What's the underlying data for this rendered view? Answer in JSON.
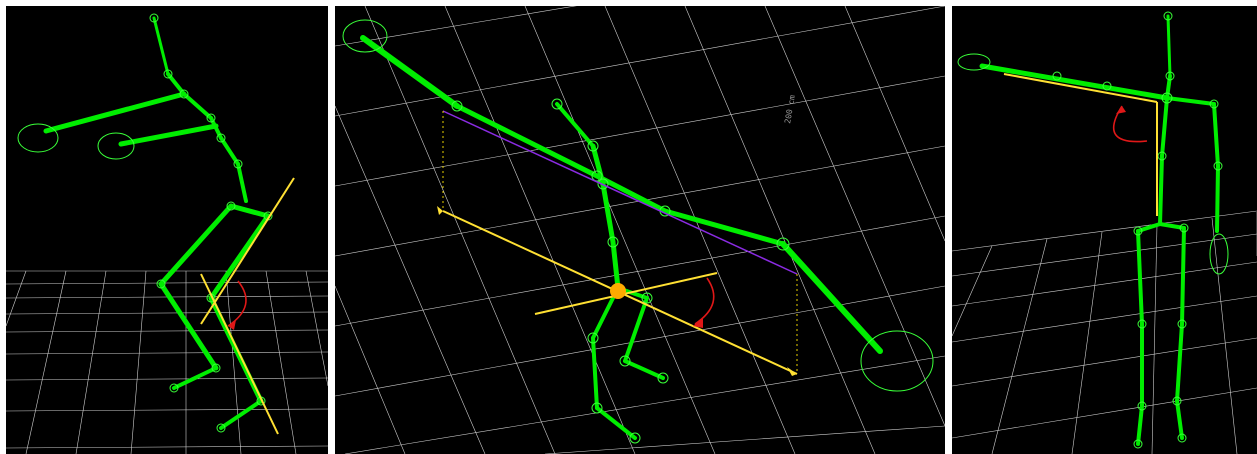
{
  "viewports": [
    {
      "id": "front-lunge-view"
    },
    {
      "id": "overhead-tilted-view",
      "grid_label": "200 cm"
    },
    {
      "id": "t-pose-view"
    }
  ],
  "colors": {
    "background": "#000000",
    "bone": "#00ee00",
    "joint": "#39ff39",
    "reference_line": "#ffe033",
    "angle_arc": "#e01818",
    "pelvis_marker": "#ffaa00",
    "shoulder_line": "#8a2be2",
    "grid": "#cfcfcf"
  }
}
